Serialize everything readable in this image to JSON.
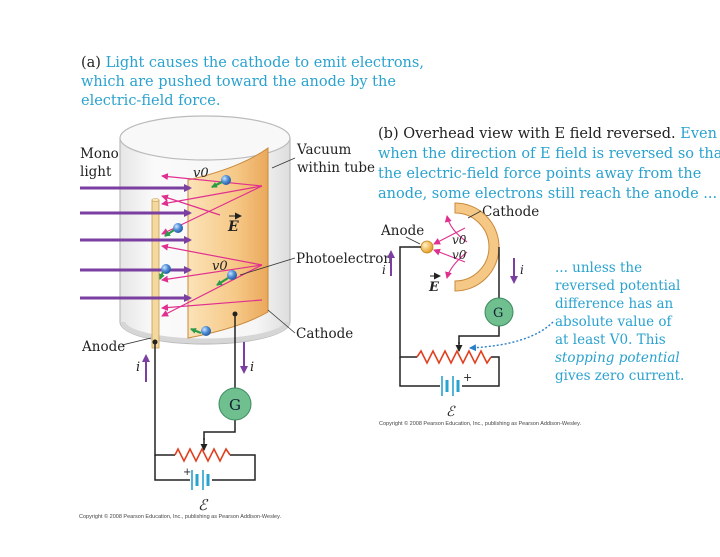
{
  "part_a": {
    "caption_tag": "(a)",
    "caption_lines": [
      "Light causes the cathode to emit electrons,",
      "which are pushed toward the anode by the",
      "electric-field force."
    ],
    "labels": {
      "light": [
        "Monochromatic",
        "light"
      ],
      "vacuum": [
        "Vacuum",
        "within tube"
      ],
      "photoelectron": "Photoelectron",
      "cathode": "Cathode",
      "anode": "Anode",
      "v0": "v0",
      "field": "E",
      "current": "i",
      "galvanometer": "G",
      "emf": "ℰ"
    },
    "copyright": "Copyright © 2008 Pearson Education, Inc., publishing as Pearson Addison-Wesley."
  },
  "part_b": {
    "caption_tag": "(b)",
    "caption_line1_dark": "Overhead view with E field reversed.",
    "caption_line1_blue": "Even",
    "caption_lines_blue": [
      "when the direction of E field is reversed so that",
      "the electric-field force points away from the",
      "anode, some electrons still reach the anode ..."
    ],
    "labels": {
      "cathode": "Cathode",
      "anode": "Anode",
      "v0": "v0",
      "field": "E",
      "current": "i",
      "galvanometer": "G",
      "emf": "ℰ",
      "plus": "+"
    },
    "note_lines": [
      "... unless the",
      "reversed potential",
      "difference has an",
      "absolute value of",
      "at least V0. This",
      "stopping potential",
      "gives zero current."
    ],
    "copyright": "Copyright © 2008 Pearson Education, Inc., publishing as Pearson Addison-Wesley."
  },
  "colors": {
    "caption_blue": "#2aa2cf",
    "cathode_fill": "#f6c886",
    "light_arrow": "#7a3fa0",
    "electron_path": "#e0308f",
    "electron": "#3d7fc9",
    "velocity": "#2b9a4a",
    "galvanometer": "#6fbf8f",
    "resistor": "#e04020",
    "battery": "#2aa2cf",
    "anode_dot": "#f2b440"
  }
}
